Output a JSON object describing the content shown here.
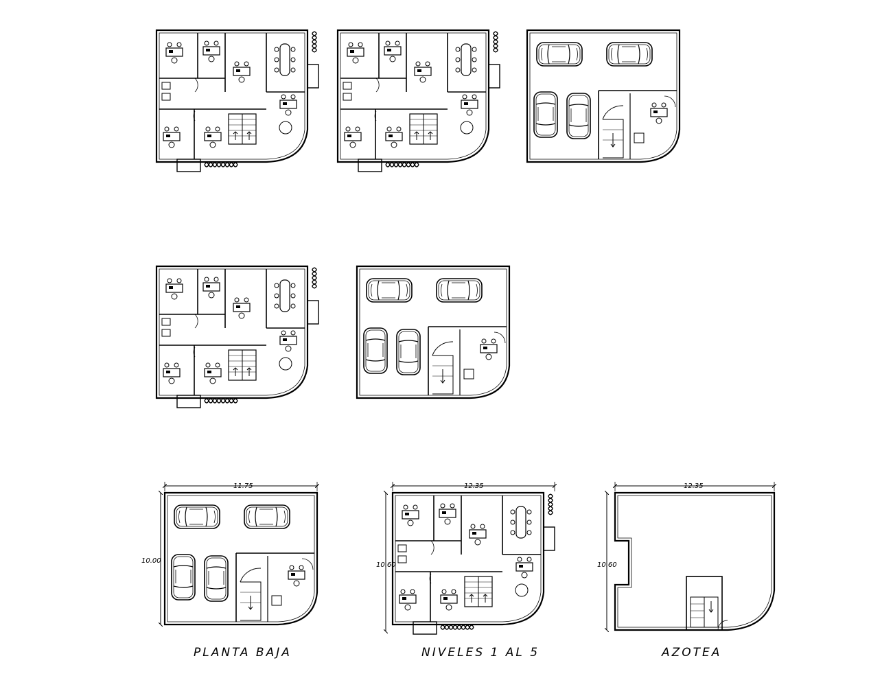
{
  "drawing": {
    "titles": {
      "planta_baja": "PLANTA BAJA",
      "niveles": "NIVELES 1 AL 5",
      "azotea": "AZOTEA"
    },
    "dimensions": {
      "pb_width": "11.75",
      "pb_height": "10.00",
      "niv_width": "12.35",
      "niv_height": "10.60",
      "azo_width": "12.35",
      "azo_height": "10.60"
    },
    "colors": {
      "line": "#000000",
      "background": "#ffffff"
    }
  }
}
